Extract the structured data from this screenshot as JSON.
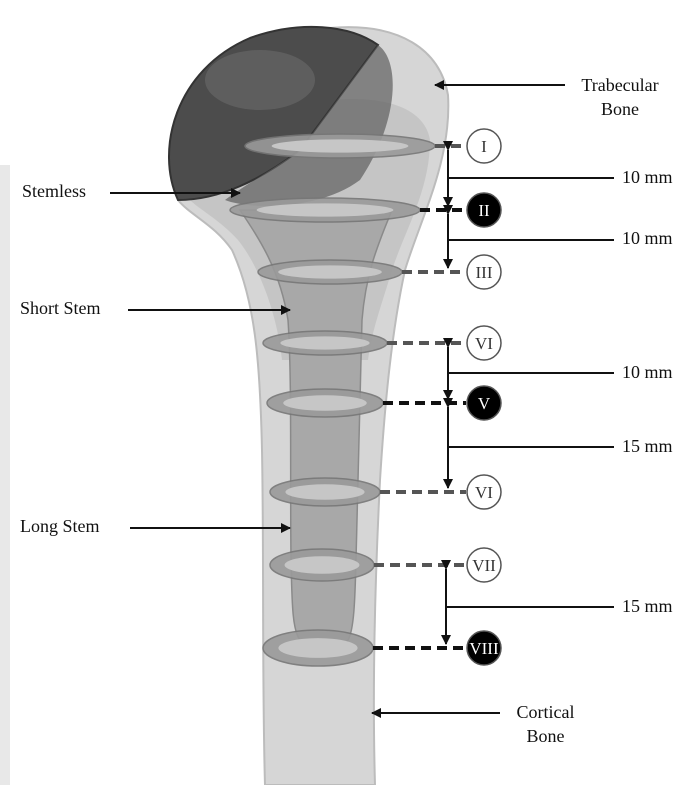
{
  "labels": {
    "trabecular_line1": "Trabecular",
    "trabecular_line2": "Bone",
    "stemless": "Stemless",
    "short_stem": "Short Stem",
    "long_stem": "Long Stem",
    "cortical_line1": "Cortical",
    "cortical_line2": "Bone"
  },
  "sections": [
    {
      "numeral": "I",
      "filled": false
    },
    {
      "numeral": "II",
      "filled": true
    },
    {
      "numeral": "III",
      "filled": false
    },
    {
      "numeral": "VI",
      "filled": false
    },
    {
      "numeral": "V",
      "filled": true
    },
    {
      "numeral": "VI",
      "filled": false
    },
    {
      "numeral": "VII",
      "filled": false
    },
    {
      "numeral": "VIII",
      "filled": true
    }
  ],
  "measurements": [
    "10 mm",
    "10 mm",
    "10 mm",
    "15 mm",
    "15 mm"
  ],
  "colors": {
    "background": "#ffffff",
    "bone_cortical": "#d4d4d4",
    "bone_trabecular": "#bdbdbd",
    "implant": "#9e9e9e",
    "humeral_head": "#4a4a4a",
    "ring": "#8c8c8c",
    "line": "#111111",
    "filled_marker": "#000000"
  }
}
